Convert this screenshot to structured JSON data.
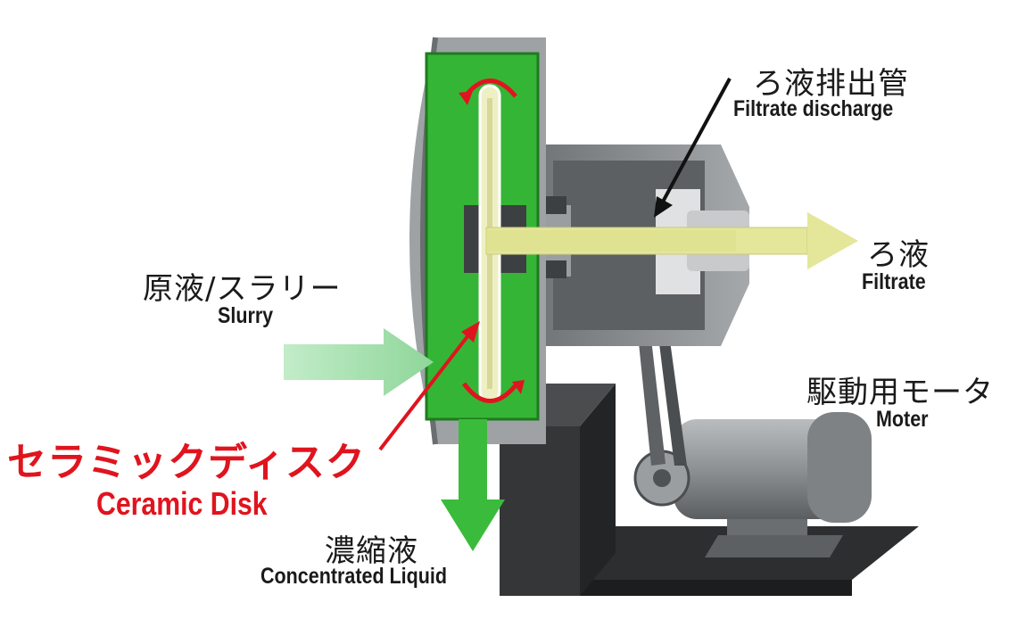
{
  "labels": {
    "filtrate_discharge": {
      "ja": "ろ液排出管",
      "en": "Filtrate discharge"
    },
    "filtrate": {
      "ja": "ろ液",
      "en": "Filtrate"
    },
    "slurry": {
      "ja": "原液/スラリー",
      "en": "Slurry"
    },
    "motor": {
      "ja": "駆動用モータ",
      "en": "Moter"
    },
    "ceramic_disk": {
      "ja": "セラミックディスク",
      "en": "Ceramic Disk"
    },
    "concentrate": {
      "ja": "濃縮液",
      "en": "Concentrated Liquid"
    }
  },
  "colors": {
    "housing_green": "#35b535",
    "filtrate_yellow": "#e4e69a",
    "slurry_green": "#a8e0b0",
    "concentrate_green": "#3bbb3b",
    "steel_gray": "#8a8e90",
    "dark_frame": "#2c2e30",
    "accent_red": "#e0141e"
  }
}
